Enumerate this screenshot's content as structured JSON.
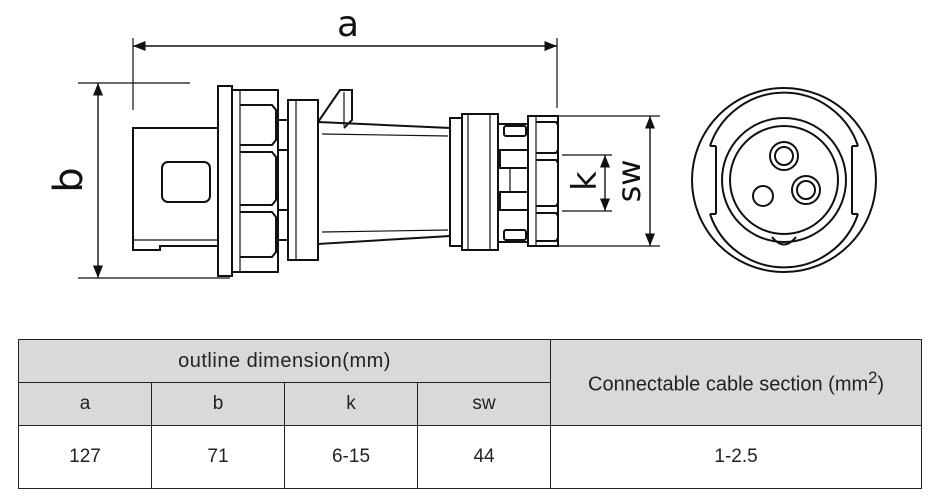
{
  "drawing": {
    "dim_a": "a",
    "dim_b": "b",
    "dim_k": "k",
    "dim_sw": "sw"
  },
  "table": {
    "outline_header": "outline dimension(mm)",
    "cable_header": "Connectable cable section (mm",
    "cable_header_sup": "2",
    "cable_header_close": ")",
    "columns": [
      "a",
      "b",
      "k",
      "sw"
    ],
    "values": [
      "127",
      "71",
      "6-15",
      "44"
    ],
    "cable_value": "1-2.5"
  }
}
